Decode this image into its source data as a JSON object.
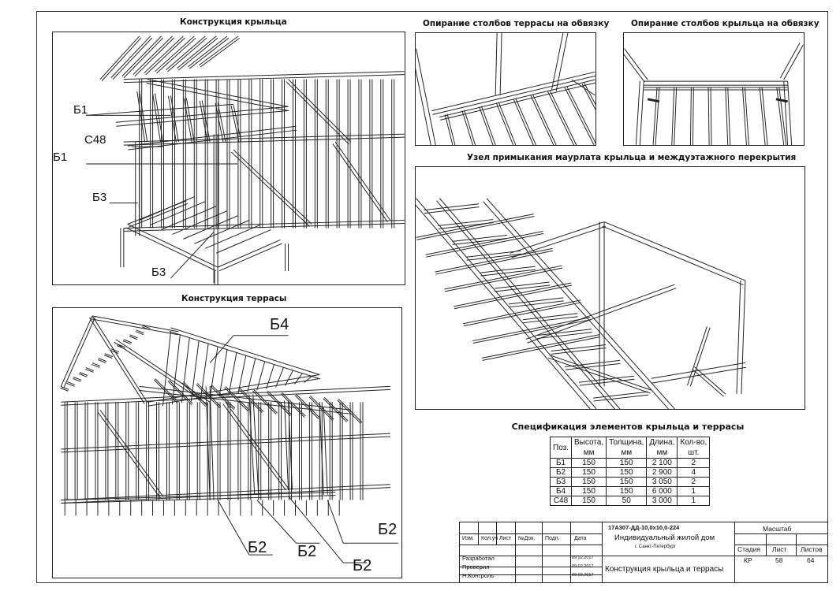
{
  "captions": {
    "porch": "Конструкция крыльца",
    "terrace": "Конструкция террасы",
    "terrace_posts": "Опирание столбов террасы на обвязку",
    "porch_posts": "Опирание столбов крыльца на обвязку",
    "mauerlat": "Узел примыкания маурлата крыльца и междуэтажного перекрытия"
  },
  "porch_labels": [
    "Б1",
    "С48",
    "Б1",
    "Б3",
    "Б3"
  ],
  "terrace_labels": [
    "Б4",
    "Б2",
    "Б2",
    "Б2",
    "Б2"
  ],
  "spec": {
    "title": "Спецификация элементов крыльца и террасы",
    "headers": [
      [
        "Поз."
      ],
      [
        "Высота,",
        "мм"
      ],
      [
        "Толщина,",
        "мм"
      ],
      [
        "Длина,",
        "мм"
      ],
      [
        "Кол-во,",
        "шт."
      ]
    ],
    "rows": [
      [
        "Б1",
        "150",
        "150",
        "2 100",
        "2"
      ],
      [
        "Б2",
        "150",
        "150",
        "2 900",
        "4"
      ],
      [
        "Б3",
        "150",
        "150",
        "3 050",
        "2"
      ],
      [
        "Б4",
        "150",
        "150",
        "6 000",
        "1"
      ],
      [
        "С48",
        "150",
        "50",
        "3 000",
        "1"
      ]
    ]
  },
  "stamp": {
    "code": "17А307-ДД-10,0x10,0-224",
    "project": "Индивидуальный жилой дом",
    "city": "г. Санкт-Петербург",
    "sheet_title": "Конструкция  крыльца и террасы",
    "scale_label": "Масштаб",
    "cols": [
      "Изм.",
      "Кол.уч",
      "Лист",
      "№Док.",
      "Подп.",
      "Дата"
    ],
    "roles": [
      {
        "role": "Разработал",
        "date": "09.02.2017"
      },
      {
        "role": "Проверил",
        "date": "09.02.2017"
      },
      {
        "role": "Н.Контроль",
        "date": "09.02.2017"
      }
    ],
    "stage_label": "Стадия",
    "sheet_label": "Лист",
    "sheets_label": "Листов",
    "stage": "КР",
    "sheet": "58",
    "sheets": "64"
  }
}
